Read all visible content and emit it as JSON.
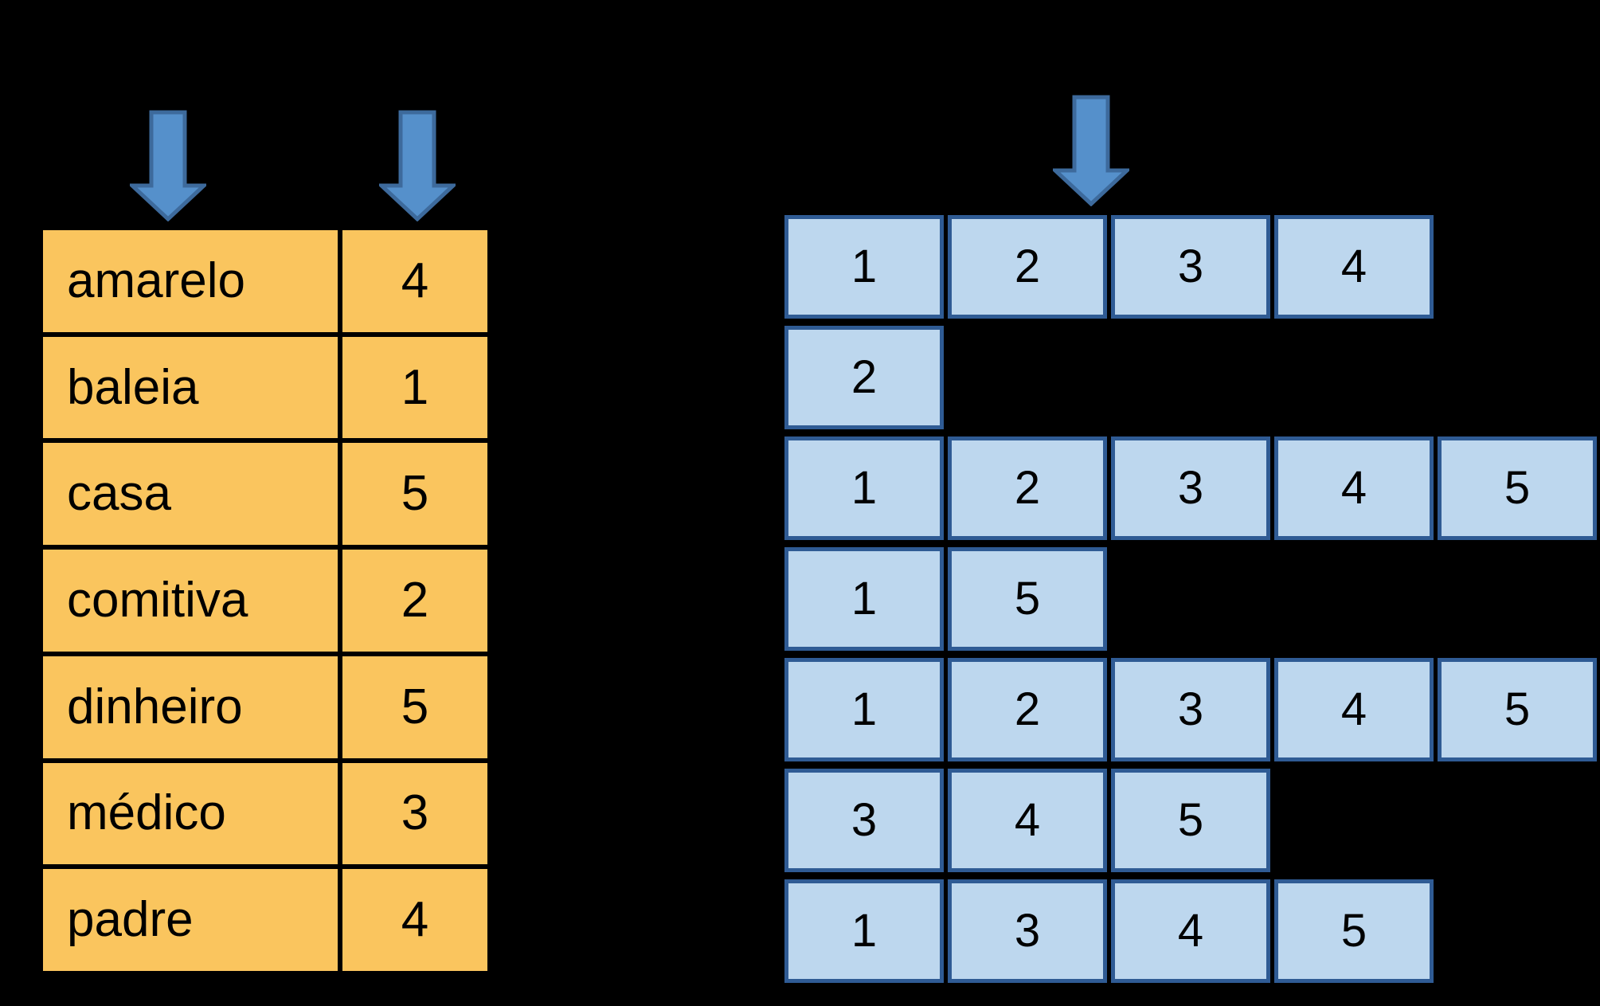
{
  "background_color": "#000000",
  "term_table": {
    "fill_color": "#FAC55E",
    "border_color": "#000000",
    "rows": [
      {
        "word": "amarelo",
        "count": "4"
      },
      {
        "word": "baleia",
        "count": "1"
      },
      {
        "word": "casa",
        "count": "5"
      },
      {
        "word": "comitiva",
        "count": "2"
      },
      {
        "word": "dinheiro",
        "count": "5"
      },
      {
        "word": "médico",
        "count": "3"
      },
      {
        "word": "padre",
        "count": "4"
      }
    ]
  },
  "postings": {
    "fill_color": "#BDD7EE",
    "border_color": "#2F5B94",
    "rows": [
      {
        "doc_ids": [
          "1",
          "2",
          "3",
          "4"
        ]
      },
      {
        "doc_ids": [
          "2"
        ]
      },
      {
        "doc_ids": [
          "1",
          "2",
          "3",
          "4",
          "5"
        ]
      },
      {
        "doc_ids": [
          "1",
          "5"
        ]
      },
      {
        "doc_ids": [
          "1",
          "2",
          "3",
          "4",
          "5"
        ]
      },
      {
        "doc_ids": [
          "3",
          "4",
          "5"
        ]
      },
      {
        "doc_ids": [
          "1",
          "3",
          "4",
          "5"
        ]
      }
    ]
  },
  "arrows": {
    "fill_color": "#5590CB",
    "outline_color": "#3D6A9C",
    "items": [
      {
        "name": "term-column-pointer"
      },
      {
        "name": "count-column-pointer"
      },
      {
        "name": "postings-pointer"
      }
    ]
  }
}
